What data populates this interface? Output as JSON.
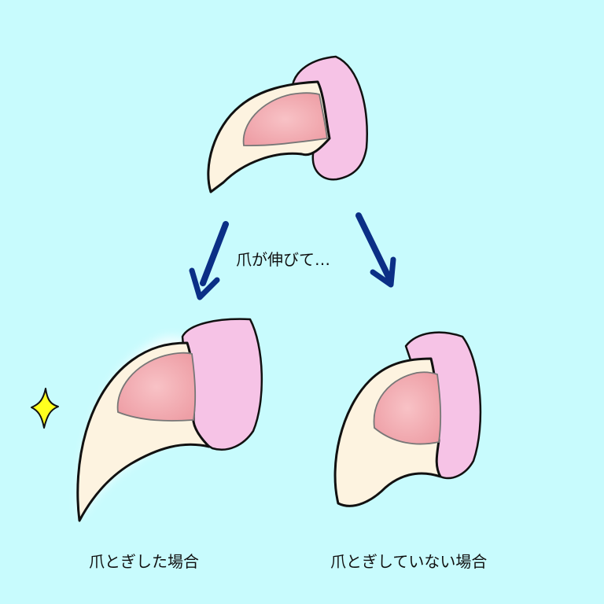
{
  "labels": {
    "middle": "爪が伸びて…",
    "left": "爪とぎした場合",
    "right": "爪とぎしていない場合"
  },
  "colors": {
    "background": "#c8fbfd",
    "claw": "#fdf3e0",
    "quick": "#f1b3b8",
    "toe": "#f6c3e6",
    "arrow": "#0b2f86",
    "sparkle": "#ffff1e"
  },
  "icons": {
    "sparkle": "sparkle-icon",
    "arrow": "arrow-down-icon"
  }
}
